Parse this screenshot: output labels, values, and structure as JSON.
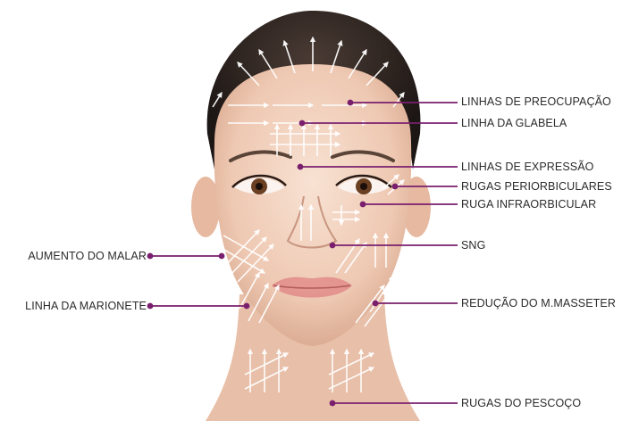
{
  "colors": {
    "line": "#7a1f6e",
    "skin": "#f1d3c0",
    "hair": "#2a2320",
    "lips": "#e28f8c",
    "arrow": "#ffffff"
  },
  "labels_right": [
    {
      "id": "preocupacao",
      "text": "LINHAS DE PREOCUPAÇÃO"
    },
    {
      "id": "glabela",
      "text": "LINHA DA GLABELA"
    },
    {
      "id": "expressao",
      "text": "LINHAS DE EXPRESSÃO"
    },
    {
      "id": "periorbiculares",
      "text": "RUGAS PERIORBICULARES"
    },
    {
      "id": "infraorbicular",
      "text": "RUGA INFRAORBICULAR"
    },
    {
      "id": "sng",
      "text": "SNG"
    },
    {
      "id": "masseter",
      "text": "REDUÇÃO DO M.MASSETER"
    },
    {
      "id": "pescoco",
      "text": "RUGAS DO PESCOÇO"
    }
  ],
  "labels_left": [
    {
      "id": "malar",
      "text": "AUMENTO DO MALAR"
    },
    {
      "id": "marionete",
      "text": "LINHA DA MARIONETE"
    }
  ]
}
